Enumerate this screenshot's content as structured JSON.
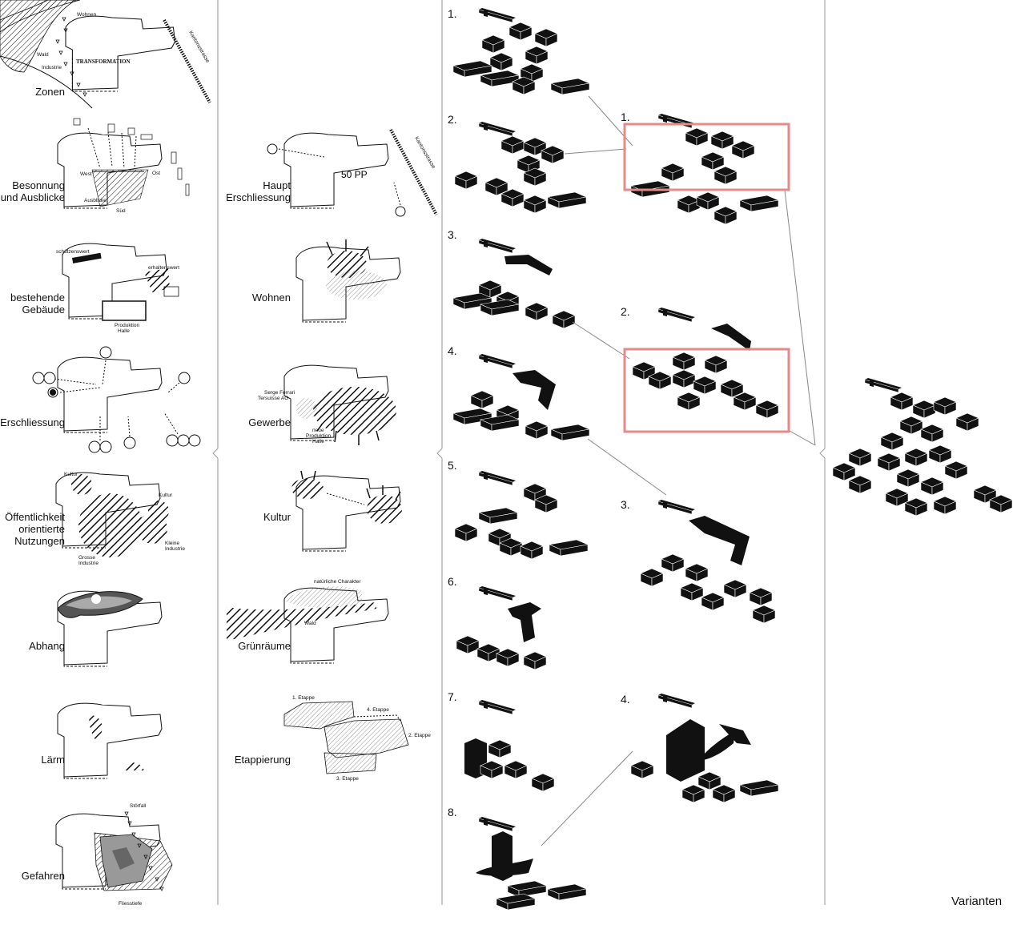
{
  "col1": {
    "zonen": {
      "label": "Zonen",
      "wohnen": "Wohnen",
      "wald": "Wald",
      "industrie": "Industrie",
      "transformation": "TRANSFORMATION",
      "street": "Kantonsstrasse"
    },
    "besonnung": {
      "label": "Besonnung\nund Ausblicke",
      "west": "West",
      "ost": "Ost",
      "sud": "Süd",
      "ausblicke": "Ausblicke"
    },
    "gebaeude": {
      "label": "bestehende\nGebäude",
      "schuetzenswert": "schützenswert",
      "erhaltenswert": "erhaltenswert",
      "produktion": "Produktion\nHalle"
    },
    "erschliessung": {
      "label": "Erschliessung"
    },
    "oeffentlichkeit": {
      "label": "Öffentlichkeit\norientierte\nNutzungen",
      "kultur1": "Kultur",
      "kultur2": "Kultur",
      "kleine": "Kleine\nIndustrie",
      "grosse": "Grosse\nIndustrie"
    },
    "abhang": {
      "label": "Abhang"
    },
    "laerm": {
      "label": "Lärm"
    },
    "gefahren": {
      "label": "Gefahren",
      "stoerfall": "Störfall",
      "fliesstiefe": "Fliesstiefe"
    }
  },
  "col2": {
    "haupt": {
      "label": "Haupt\nErschliessung",
      "pp": "50 PP",
      "street": "Kantonsstrasse"
    },
    "wohnen": {
      "label": "Wohnen"
    },
    "gewerbe": {
      "label": "Gewerbe",
      "serge": "Serge Ferrari\nTersuisse AG",
      "neue": "neue\nProduktion\nHalle"
    },
    "kultur": {
      "label": "Kultur"
    },
    "gruen": {
      "label": "Grünräume",
      "natur": "natürliche Charakter",
      "wald": "Wald"
    },
    "etappierung": {
      "label": "Etappierung",
      "e1": "1. Etappe",
      "e2": "2. Etappe",
      "e3": "3. Etappe",
      "e4": "4. Etappe"
    }
  },
  "col3": {
    "numbers": [
      "1.",
      "2.",
      "3.",
      "4.",
      "5.",
      "6.",
      "7.",
      "8."
    ]
  },
  "col4": {
    "numbers": [
      "1.",
      "2.",
      "3.",
      "4."
    ]
  },
  "title": "Varianten",
  "colors": {
    "highlight": "#e58a8a",
    "ink": "#111111"
  }
}
